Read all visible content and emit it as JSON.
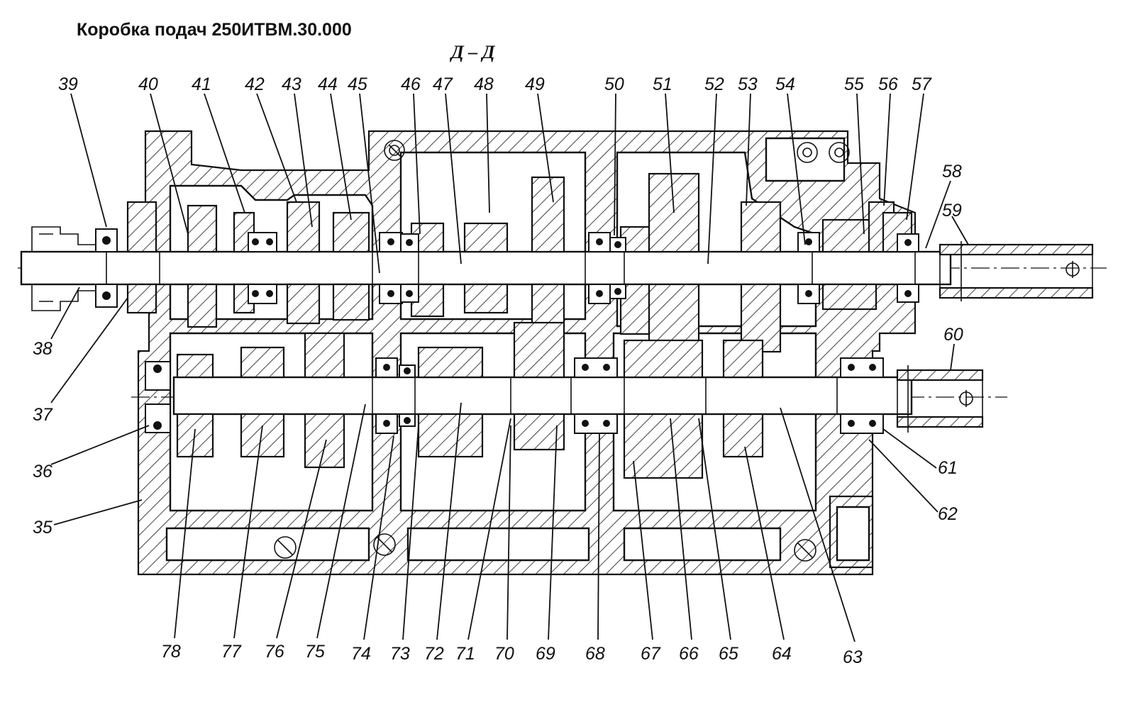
{
  "title": "Коробка подач 250ИТВМ.30.000",
  "section_label": "Д – Д",
  "callouts_top": [
    "39",
    "40",
    "41",
    "42",
    "43",
    "44",
    "45",
    "46",
    "47",
    "48",
    "49",
    "50",
    "51",
    "52",
    "53",
    "54",
    "55",
    "56",
    "57"
  ],
  "callouts_right": [
    "58",
    "59",
    "60",
    "61",
    "62"
  ],
  "callouts_left": [
    "38",
    "37",
    "36",
    "35"
  ],
  "callouts_bottom": [
    "78",
    "77",
    "76",
    "75",
    "74",
    "73",
    "72",
    "71",
    "70",
    "69",
    "68",
    "67",
    "66",
    "65",
    "64",
    "63"
  ],
  "colors": {
    "line": "#111111",
    "paper": "#ffffff"
  }
}
